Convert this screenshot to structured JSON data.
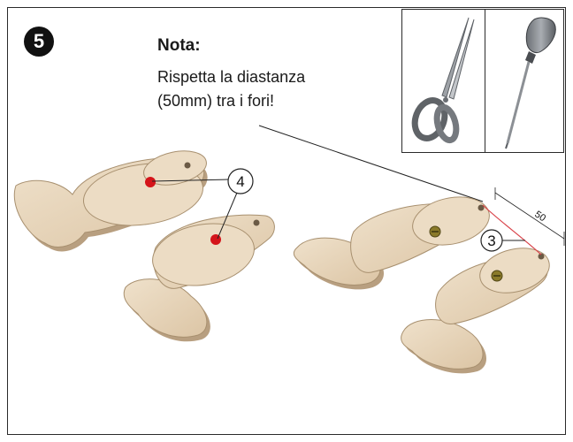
{
  "step": {
    "number": "5"
  },
  "note": {
    "title": "Nota:",
    "lines": [
      "Rispetta la diastanza",
      "(50mm) tra i fori!"
    ]
  },
  "tools": [
    {
      "name": "scissors",
      "icon": "scissors-icon"
    },
    {
      "name": "awl",
      "icon": "awl-icon"
    }
  ],
  "callouts": {
    "glue_part": "4",
    "screw_part": "3",
    "dimension": "50"
  },
  "colors": {
    "wood": "#e8d6bd",
    "wood_edge": "#b89f80",
    "glue_dot": "#d4141a",
    "screw": "#8a7a2a",
    "dimension_line": "#d9434a"
  }
}
